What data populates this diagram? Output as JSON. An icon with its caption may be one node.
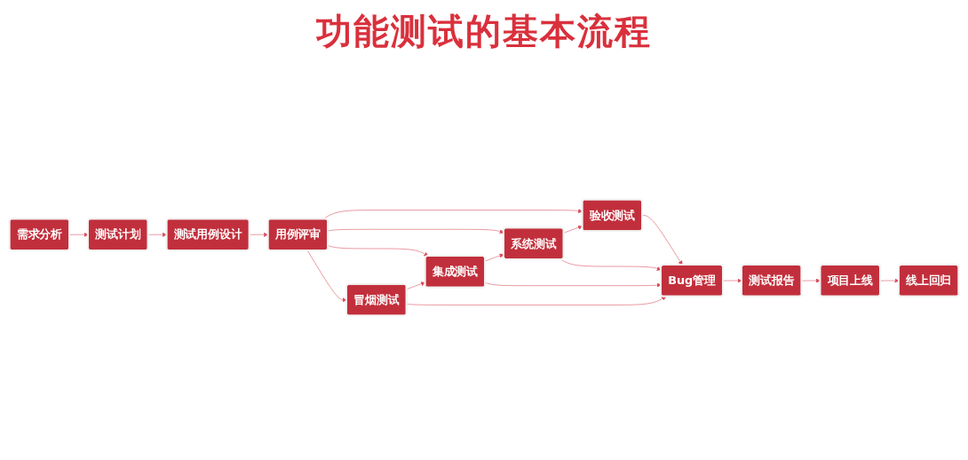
{
  "diagram": {
    "title": "功能测试的基本流程",
    "nodes": [
      {
        "text": [
          "需求分析"
        ]
      },
      {
        "text": [
          "测试计划"
        ]
      },
      {
        "text": [
          "测试用例设计"
        ]
      },
      {
        "text": [
          "用例评审"
        ]
      },
      {
        "text": [
          "验收测试"
        ]
      },
      {
        "text": [
          "系统测试"
        ]
      },
      {
        "text": [
          "集成测试"
        ]
      },
      {
        "text": [
          "冒烟测试"
        ]
      },
      {
        "text": [
          "Bug管理"
        ]
      },
      {
        "text": [
          "测试报告"
        ]
      },
      {
        "text": [
          "项目上线"
        ]
      },
      {
        "text": [
          "线上回归"
        ]
      }
    ],
    "edges": [
      {
        "from": 0,
        "to": 1,
        "arrow": "to"
      },
      {
        "from": 1,
        "to": 2,
        "arrow": "to"
      },
      {
        "from": 2,
        "to": 3,
        "arrow": "to"
      },
      {
        "from": 3,
        "to": 4,
        "arrow": "to"
      },
      {
        "from": 3,
        "to": 5,
        "arrow": "to"
      },
      {
        "from": 3,
        "to": 6,
        "arrow": "to"
      },
      {
        "from": 3,
        "to": 7,
        "arrow": "to"
      },
      {
        "from": 5,
        "to": 4,
        "arrow": "to"
      },
      {
        "from": 6,
        "to": 5,
        "arrow": "to"
      },
      {
        "from": 7,
        "to": 6,
        "arrow": "to"
      },
      {
        "from": 4,
        "to": 8,
        "arrow": "to"
      },
      {
        "from": 5,
        "to": 8,
        "arrow": "to"
      },
      {
        "from": 6,
        "to": 8,
        "arrow": "to"
      },
      {
        "from": 7,
        "to": 8,
        "arrow": "to"
      },
      {
        "from": 8,
        "to": 9,
        "arrow": "to"
      },
      {
        "from": 9,
        "to": 10,
        "arrow": "to"
      },
      {
        "from": 10,
        "to": 11,
        "arrow": "to"
      }
    ]
  }
}
